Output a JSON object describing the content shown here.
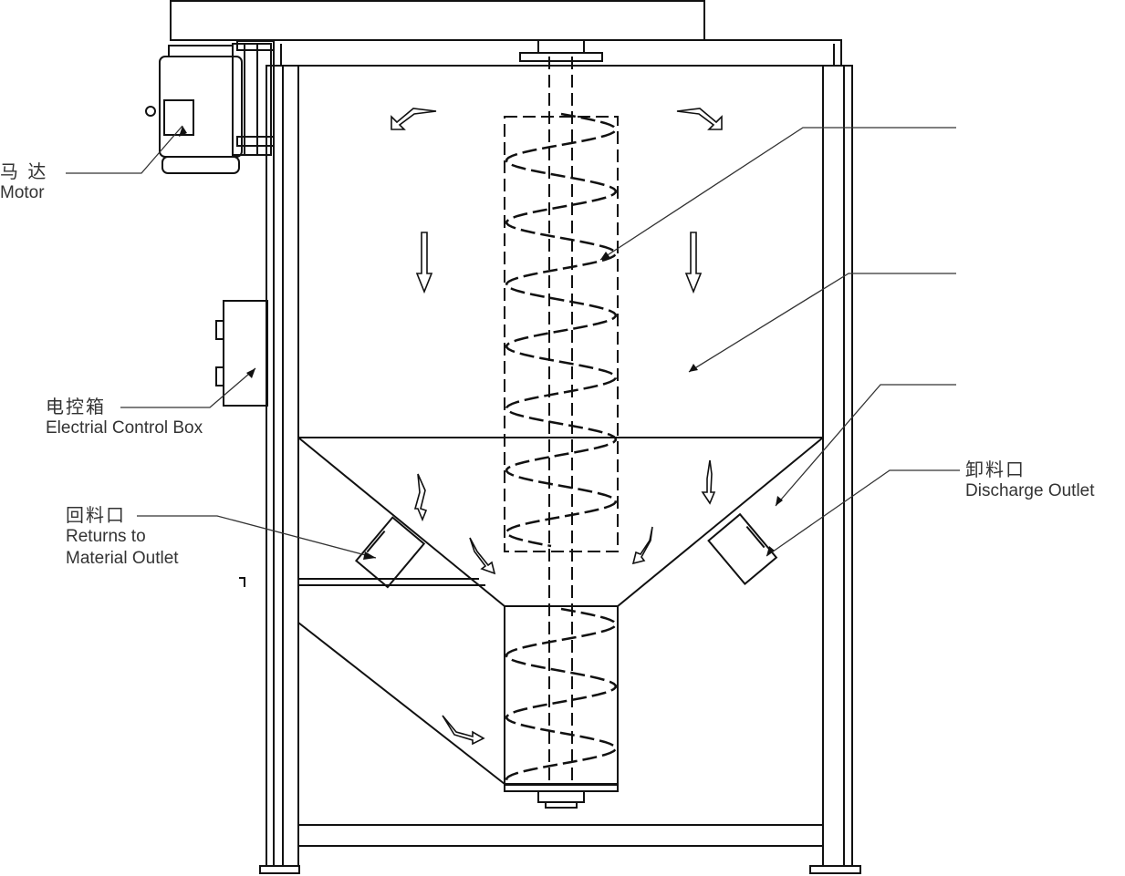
{
  "labels": {
    "motor": {
      "cn": "马 达",
      "en": "Motor"
    },
    "control_box": {
      "cn": "电控箱",
      "en": "Electrial Control Box"
    },
    "return_outlet": {
      "cn": "回料口",
      "en1": "Returns to",
      "en2": "Material Outlet"
    },
    "discharge_outlet": {
      "cn": "卸料口",
      "en": "Discharge Outlet"
    }
  },
  "colors": {
    "line": "#111111",
    "leader": "#333333"
  }
}
